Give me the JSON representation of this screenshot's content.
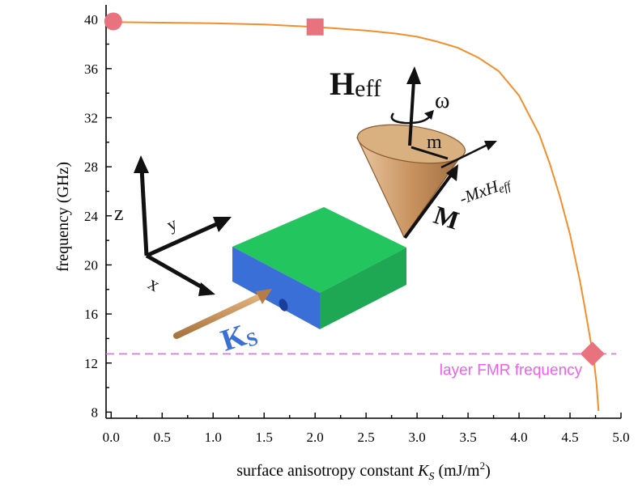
{
  "chart_data": {
    "type": "line",
    "xlabel_prefix": "surface anisotropy constant ",
    "xlabel_symbol": "K",
    "xlabel_sub": "S",
    "xlabel_units_prefix": " (mJ/m",
    "xlabel_units_sup": "2",
    "xlabel_units_suffix": ")",
    "ylabel": "frequency (GHz)",
    "xlim": [
      -0.05,
      5.0
    ],
    "ylim": [
      7.5,
      41.2
    ],
    "x_ticks": [
      0.0,
      0.5,
      1.0,
      1.5,
      2.0,
      2.5,
      3.0,
      3.5,
      4.0,
      4.5,
      5.0
    ],
    "x_tick_labels": [
      "0.0",
      "0.5",
      "1.0",
      "1.5",
      "2.0",
      "2.5",
      "3.0",
      "3.5",
      "4.0",
      "4.5",
      "5.0"
    ],
    "y_ticks": [
      8,
      12,
      16,
      20,
      24,
      28,
      32,
      36,
      40
    ],
    "y_tick_labels": [
      "8",
      "12",
      "16",
      "20",
      "24",
      "28",
      "32",
      "36",
      "40"
    ],
    "grid": false,
    "series": [
      {
        "color": "#f28e2b",
        "x": [
          0.0,
          0.5,
          1.0,
          1.5,
          2.0,
          2.5,
          2.8,
          3.0,
          3.2,
          3.4,
          3.6,
          3.8,
          4.0,
          4.2,
          4.3,
          4.4,
          4.5,
          4.6,
          4.65,
          4.7,
          4.73,
          4.76,
          4.78
        ],
        "y": [
          39.8,
          39.75,
          39.7,
          39.6,
          39.4,
          39.1,
          38.85,
          38.6,
          38.2,
          37.7,
          36.9,
          35.8,
          33.8,
          30.6,
          28.3,
          25.6,
          22.5,
          18.6,
          16.3,
          13.9,
          12.5,
          10.3,
          8.1
        ]
      }
    ],
    "markers": [
      {
        "shape": "circle",
        "x": 0.02,
        "y": 39.85,
        "color": "#e8737f"
      },
      {
        "shape": "square",
        "x": 2.0,
        "y": 39.4,
        "color": "#e8737f"
      },
      {
        "shape": "diamond",
        "x": 4.72,
        "y": 12.75,
        "color": "#e8737f"
      }
    ],
    "reference_line": {
      "y": 12.75,
      "color": "#f05ef0",
      "style": "dashed",
      "label": "layer FMR frequency"
    }
  },
  "inset": {
    "axis_z": "z",
    "axis_y": "y",
    "axis_x": "x",
    "ks_main": "K",
    "ks_sub": "S",
    "h_main": "H",
    "h_sub": "eff",
    "omega": "ω",
    "m_small": "m",
    "m_big": "M",
    "torque": "-MxH",
    "torque_sub": "eff",
    "block_top_color": "#22c55e",
    "block_front_color": "#3b6fd8",
    "cone_color": "#c9935f"
  }
}
